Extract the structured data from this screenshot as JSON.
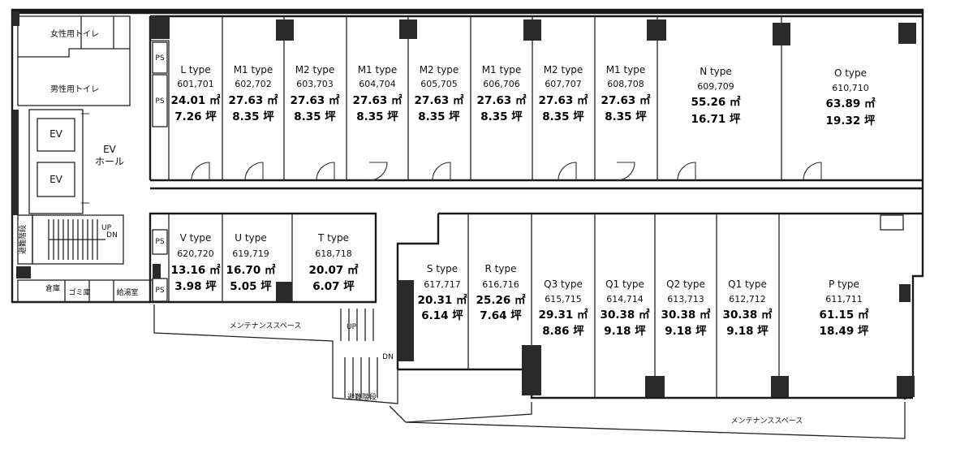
{
  "units_top": [
    {
      "type": "L type",
      "rooms": "601,701",
      "sqm": "24.01 ㎡",
      "tsubo": "7.26 坪"
    },
    {
      "type": "M1 type",
      "rooms": "602,702",
      "sqm": "27.63 ㎡",
      "tsubo": "8.35 坪"
    },
    {
      "type": "M2 type",
      "rooms": "603,703",
      "sqm": "27.63 ㎡",
      "tsubo": "8.35 坪"
    },
    {
      "type": "M1 type",
      "rooms": "604,704",
      "sqm": "27.63 ㎡",
      "tsubo": "8.35 坪"
    },
    {
      "type": "M2 type",
      "rooms": "605,705",
      "sqm": "27.63 ㎡",
      "tsubo": "8.35 坪"
    },
    {
      "type": "M1 type",
      "rooms": "606,706",
      "sqm": "27.63 ㎡",
      "tsubo": "8.35 坪"
    },
    {
      "type": "M2 type",
      "rooms": "607,707",
      "sqm": "27.63 ㎡",
      "tsubo": "8.35 坪"
    },
    {
      "type": "M1 type",
      "rooms": "608,708",
      "sqm": "27.63 ㎡",
      "tsubo": "8.35 坪"
    },
    {
      "type": "N type",
      "rooms": "609,709",
      "sqm": "55.26 ㎡",
      "tsubo": "16.71 坪"
    },
    {
      "type": "O type",
      "rooms": "610,710",
      "sqm": "63.89 ㎡",
      "tsubo": "19.32 坪"
    }
  ],
  "units_left_bottom": [
    {
      "type": "V type",
      "rooms": "620,720",
      "sqm": "13.16 ㎡",
      "tsubo": "3.98 坪"
    },
    {
      "type": "U type",
      "rooms": "619,719",
      "sqm": "16.70 ㎡",
      "tsubo": "5.05 坪"
    },
    {
      "type": "T type",
      "rooms": "618,718",
      "sqm": "20.07 ㎡",
      "tsubo": "6.07 坪"
    }
  ],
  "units_right_bottom": [
    {
      "type": "S type",
      "rooms": "617,717",
      "sqm": "20.31 ㎡",
      "tsubo": "6.14 坪"
    },
    {
      "type": "R type",
      "rooms": "616,716",
      "sqm": "25.26 ㎡",
      "tsubo": "7.64 坪"
    },
    {
      "type": "Q3 type",
      "rooms": "615,715",
      "sqm": "29.31 ㎡",
      "tsubo": "8.86 坪"
    },
    {
      "type": "Q1 type",
      "rooms": "614,714",
      "sqm": "30.38 ㎡",
      "tsubo": "9.18 坪"
    },
    {
      "type": "Q2 type",
      "rooms": "613,713",
      "sqm": "30.38 ㎡",
      "tsubo": "9.18 坪"
    },
    {
      "type": "Q1 type",
      "rooms": "612,712",
      "sqm": "30.38 ㎡",
      "tsubo": "9.18 坪"
    },
    {
      "type": "P type",
      "rooms": "611,711",
      "sqm": "61.15 ㎡",
      "tsubo": "18.49 坪"
    }
  ],
  "labels": {
    "womens_toilet": "女性用トイレ",
    "mens_toilet": "男性用トイレ",
    "ev": "EV",
    "ev_hall_1": "EV",
    "ev_hall_2": "ホール",
    "ps": "PS",
    "up": "UP",
    "dn": "DN",
    "storage": "倉庫",
    "garbage": "ゴミ庫",
    "stair_left": "避難階段",
    "general_room": "給湯室",
    "maintenance": "メンテナンススペース",
    "stair_bottom": "避難階段"
  }
}
